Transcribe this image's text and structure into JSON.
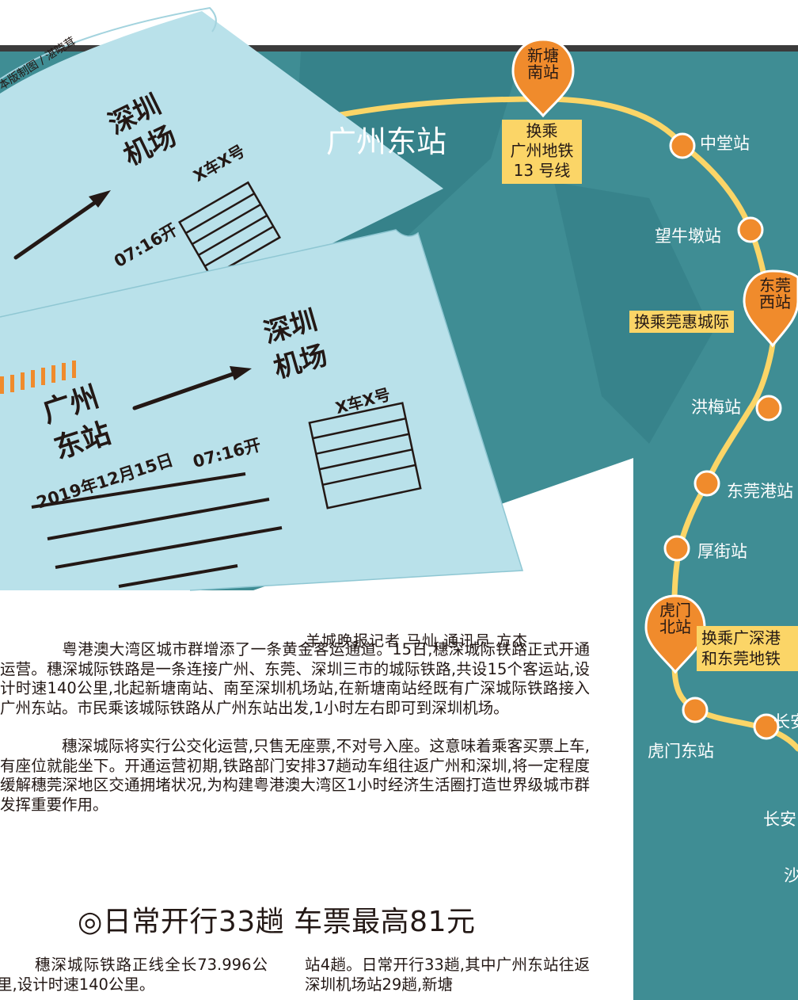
{
  "map": {
    "start_station": "广州东站",
    "credit": "本版制图 / 湛晓茸",
    "stations": {
      "xintang_south": "新塘\n南站",
      "zhongtang": "中堂站",
      "wangniudun": "望牛墩站",
      "dongguan_west": "东莞\n西站",
      "hongmei": "洪梅站",
      "dongguan_port": "东莞港站",
      "houjie": "厚街站",
      "humen_north": "虎门\n北站",
      "humen_east": "虎门东站",
      "changan_partial_1": "长安",
      "changan_partial_2": "长安",
      "sha_partial": "沙"
    },
    "transfers": {
      "gz_metro": "换乘\n广州地铁\n13 号线",
      "guanhui": "换乘莞惠城际",
      "shenzhen": "换乘广深港\n和东莞地铁"
    },
    "colors": {
      "teal": "#3f8d94",
      "teal_dark": "#22646b",
      "rail": "#fbd567",
      "station": "#f08b2c",
      "start": "#e60012",
      "ticket": "#b9e1ea"
    }
  },
  "tickets": {
    "back": {
      "dest": "深圳\n机场",
      "seat": "X车X号",
      "time": "07:16开"
    },
    "front": {
      "origin": "广州\n东站",
      "dest": "深圳\n机场",
      "seat": "X车X号",
      "time": "07:16开",
      "date": "2019年12月15日"
    }
  },
  "article": {
    "byline": "羊城晚报记者  马灿  通讯员  方杰",
    "p1": "粤港澳大湾区城市群增添了一条黄金客运通道。15日,穗深城际铁路正式开通运营。穗深城际铁路是一条连接广州、东莞、深圳三市的城际铁路,共设15个客运站,设计时速140公里,北起新塘南站、南至深圳机场站,在新塘南站经既有广深城际铁路接入广州东站。市民乘该城际铁路从广州东站出发,1小时左右即可到深圳机场。",
    "p2": "穗深城际将实行公交化运营,只售无座票,不对号入座。这意味着乘客买票上车,有座位就能坐下。开通运营初期,铁路部门安排37趟动车组往返广州和深圳,将一定程度缓解穗莞深地区交通拥堵状况,为构建粤港澳大湾区1小时经济生活圈打造世界级城市群发挥重要作用。",
    "section_title": "◎日常开行33趟  车票最高81元",
    "col1": "穗深城际铁路正线全长73.996公里,设计时速140公里。",
    "col2": "站4趟。日常开行33趟,其中广州东站往返深圳机场站29趟,新塘"
  }
}
